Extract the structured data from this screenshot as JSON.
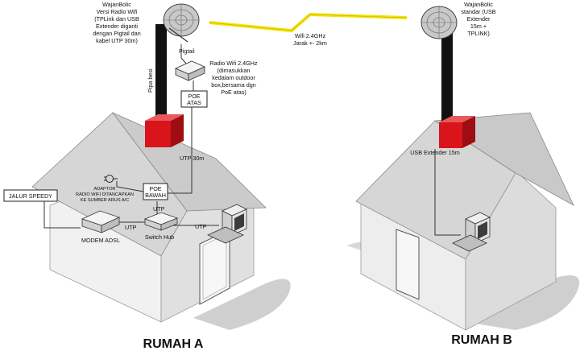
{
  "colors": {
    "wall_light": "#f2f2f2",
    "wall_mid": "#dedede",
    "roof": "#d3d3d3",
    "shadow": "#cfcfcf",
    "red_box": "#d9141b",
    "red_box_side": "#9e0d12",
    "pole": "#111111",
    "lightning": "#f3e20a"
  },
  "labels": {
    "wajan_a": [
      "WajanBolic",
      "Versi Radio Wifi",
      "(TPLink dan USB",
      "Extender diganti",
      "dengan Pigtail dan",
      "kabel UTP 30m)"
    ],
    "wajan_b": [
      "WajanBolic",
      "standar (USB",
      "Extender",
      "15m +",
      "TPLINK)"
    ],
    "wifi_link": [
      "Wifi 2.4GHz",
      "Jarak +- 2km"
    ],
    "pigtail": "Pigtail",
    "pipa_besi": "Pipa besi",
    "radio_wifi": [
      "Radio Wifi 2.4GHz",
      "(dimasukkan",
      "kedalam outdoor",
      "box,bersama dgn",
      "PoE atas)"
    ],
    "poe_atas": [
      "POE",
      "ATAS"
    ],
    "utp_30m": "UTP 30m",
    "adaptor": [
      "ADAPTOR",
      "RADIO WIFI DITANCAPKAN",
      "KE SUMBER ARUS A/C"
    ],
    "poe_bawah": [
      "POE",
      "BAWAH"
    ],
    "jalur_speedy": "JALUR SPEEDY",
    "utp_switch": "UTP",
    "utp_modem": "UTP",
    "utp_pc": "UTP",
    "modem": "MODEM ADSL",
    "switch_hub": "Switch Hub",
    "usb_extender": "USB Extender 15m",
    "rumah_a": "RUMAH A",
    "rumah_b": "RUMAH B"
  }
}
